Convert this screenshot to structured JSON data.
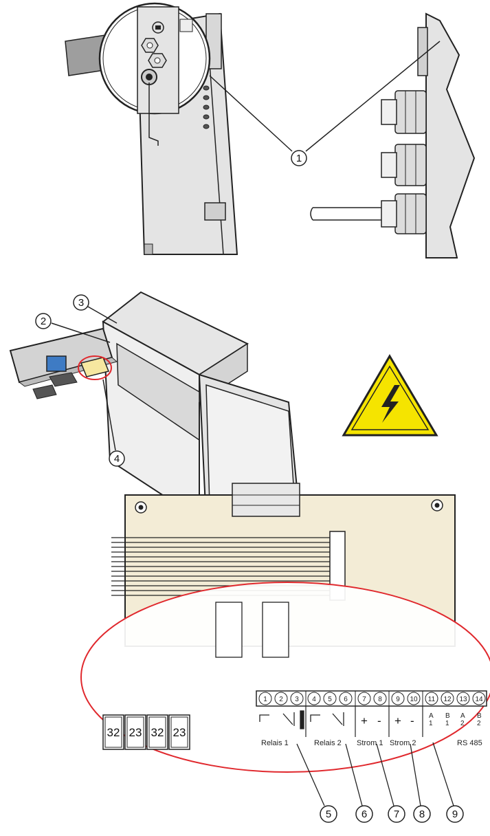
{
  "callouts": [
    "1",
    "2",
    "3",
    "4",
    "5",
    "6",
    "7",
    "8",
    "9"
  ],
  "terminals": [
    "1",
    "2",
    "3",
    "4",
    "5",
    "6",
    "7",
    "8",
    "9",
    "10",
    "11",
    "12",
    "13",
    "14"
  ],
  "channel_labels": {
    "relais1": "Relais 1",
    "relais2": "Relais 2",
    "strom1": "Strom 1",
    "strom2": "Strom 2",
    "rs485": "RS 485"
  },
  "polarity": {
    "plus": "+",
    "minus": "-"
  },
  "rs485_pins": [
    {
      "top": "A",
      "bottom": "1"
    },
    {
      "top": "B",
      "bottom": "1"
    },
    {
      "top": "A",
      "bottom": "2"
    },
    {
      "top": "B",
      "bottom": "2"
    }
  ],
  "switches": [
    "32",
    "23",
    "32",
    "23"
  ],
  "colors": {
    "warning_yellow": "#f5e400",
    "highlight_red": "#e0282d",
    "board": "#f3ecd6",
    "housing": "#e2e2e2"
  }
}
